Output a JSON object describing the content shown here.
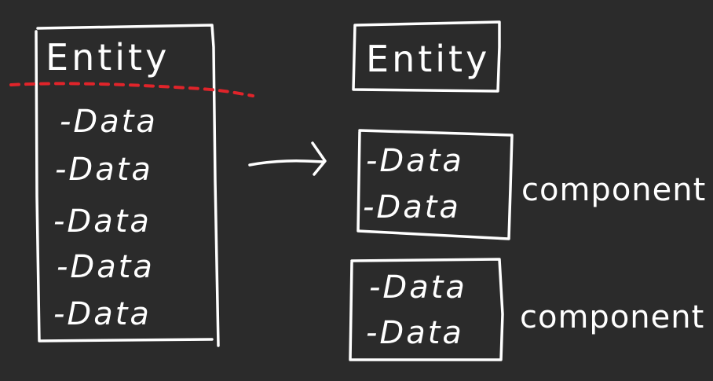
{
  "colors": {
    "background": "#2b2b2b",
    "stroke": "#ffffff",
    "divider": "#e0242a"
  },
  "left_entity": {
    "title": "Entity",
    "data_items": [
      "-Data",
      "-Data",
      "-Data",
      "-Data",
      "-Data"
    ]
  },
  "right_entity": {
    "title": "Entity"
  },
  "components": [
    {
      "data_items": [
        "-Data",
        "-Data"
      ],
      "label": "component"
    },
    {
      "data_items": [
        "-Data",
        "-Data"
      ],
      "label": "component"
    }
  ]
}
